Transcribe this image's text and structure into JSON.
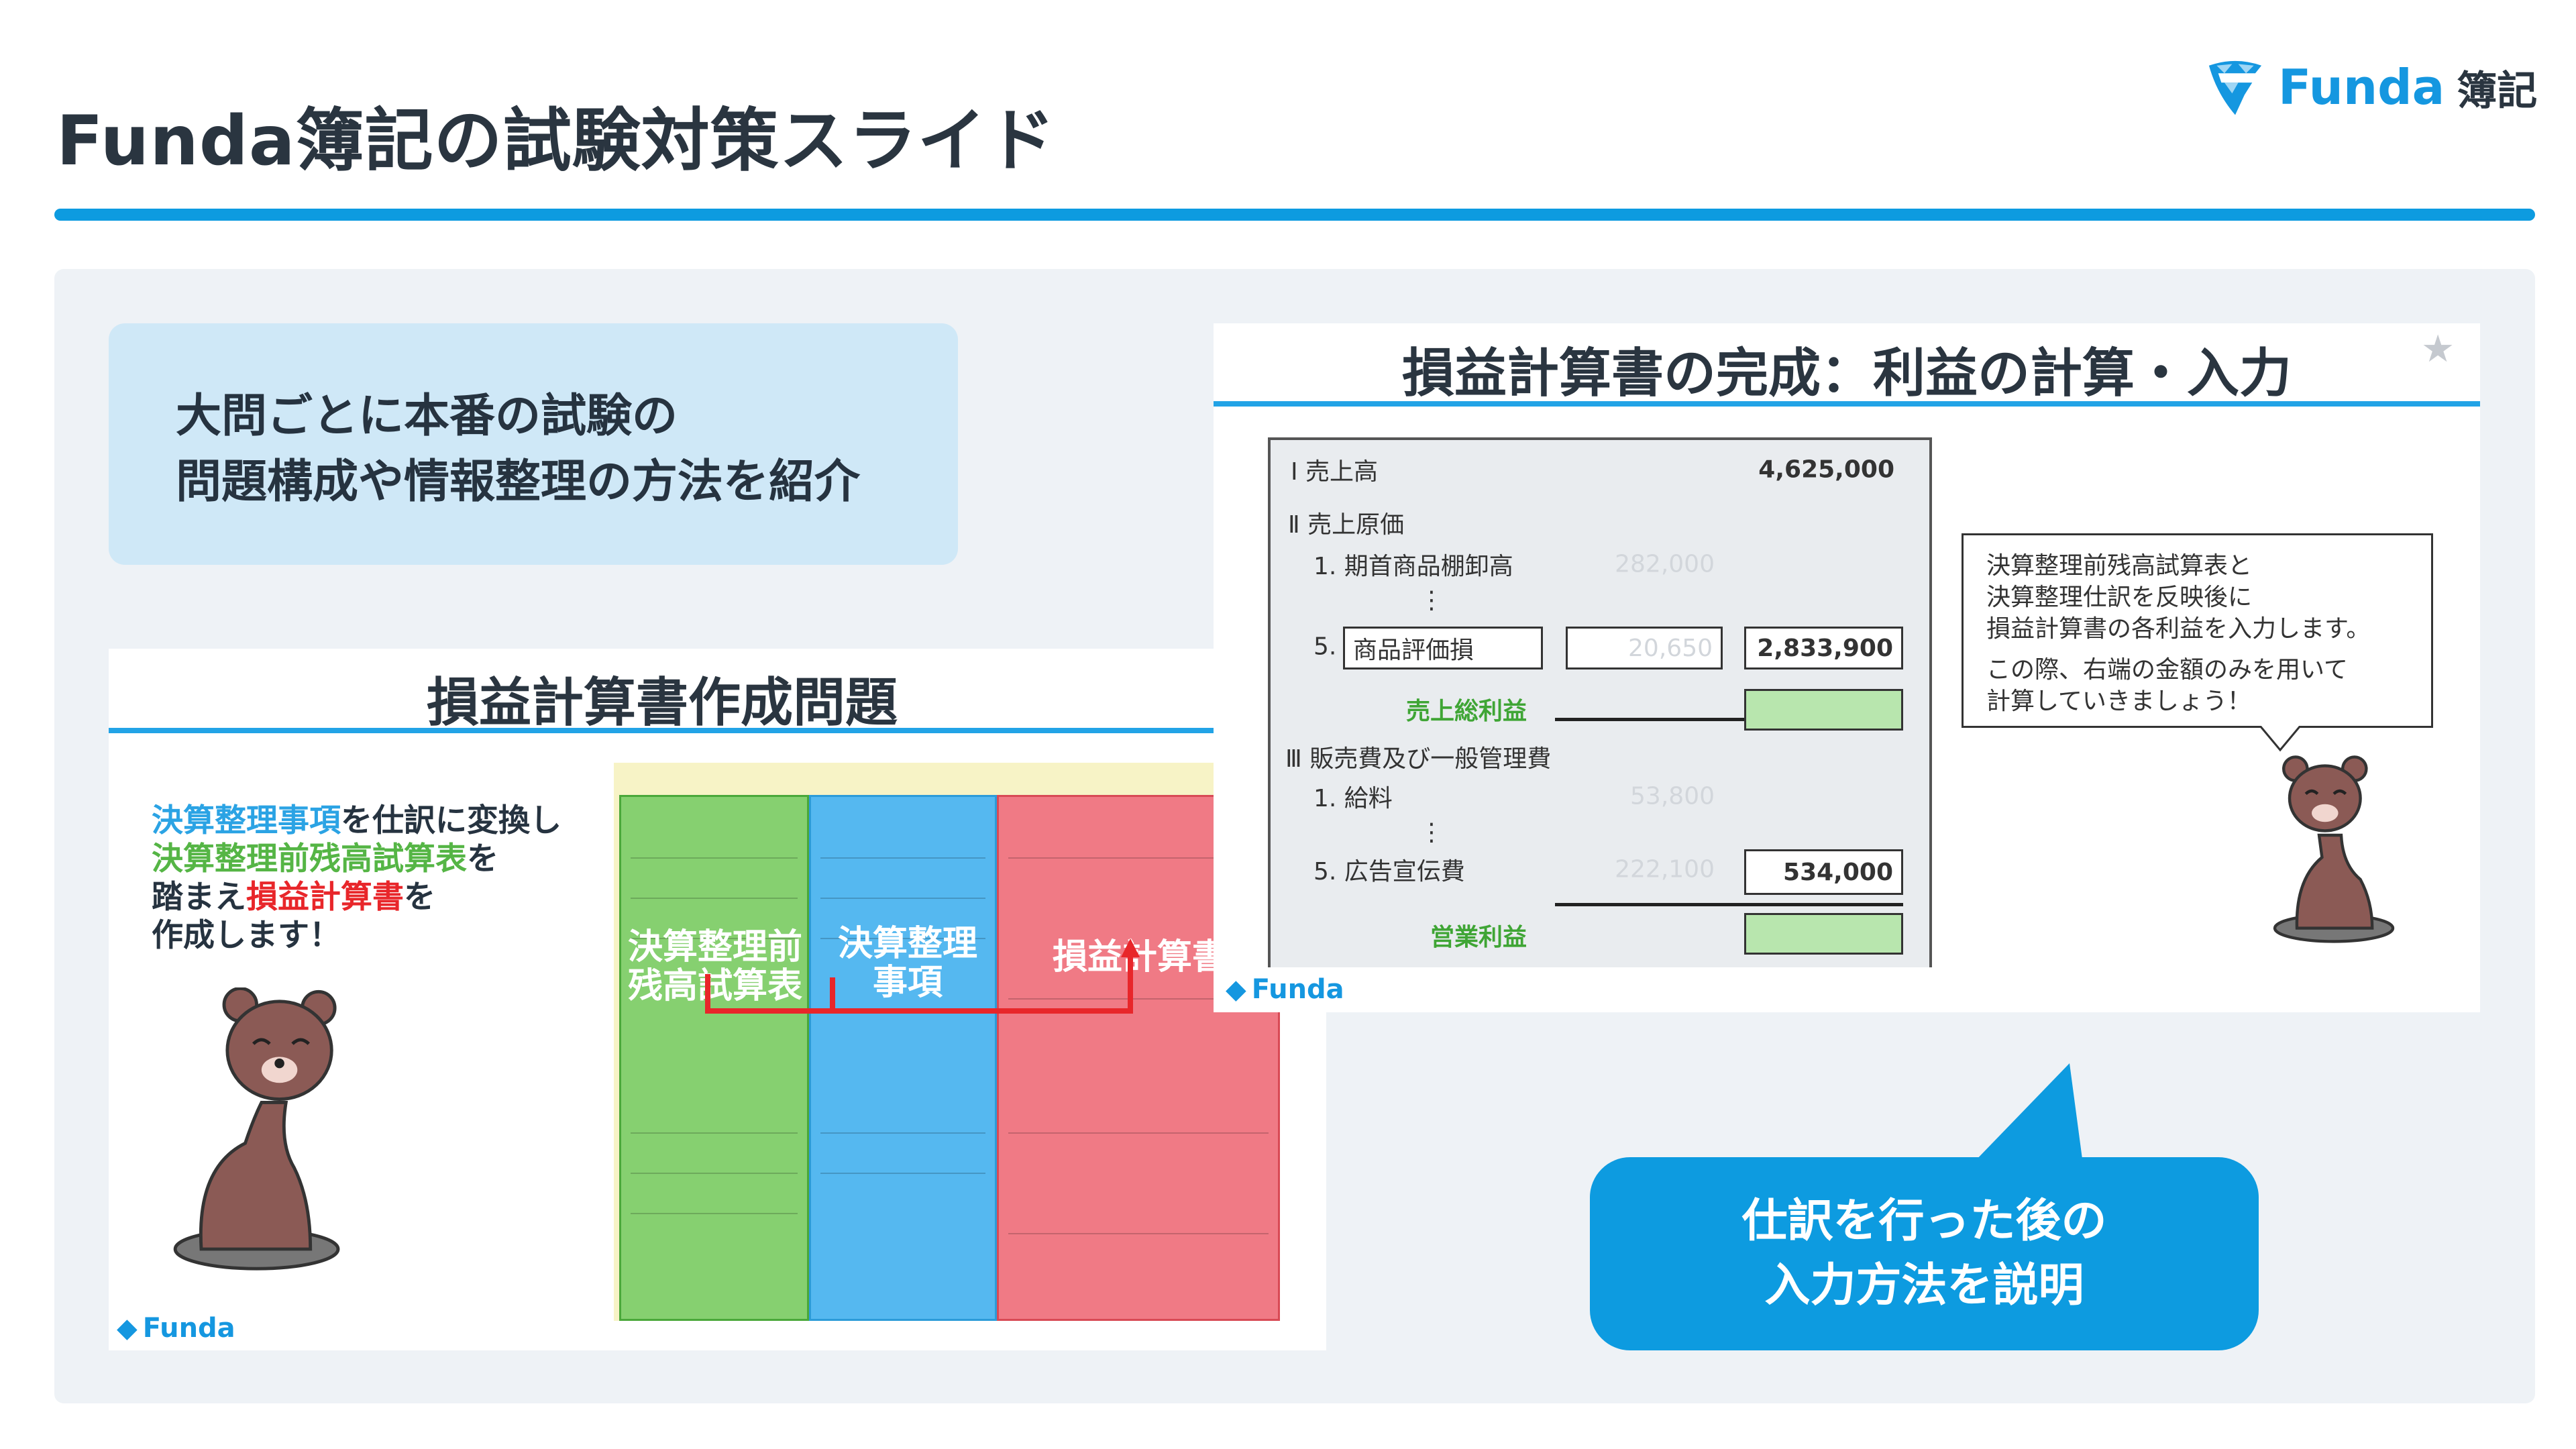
{
  "header": {
    "title": "Funda簿記の試験対策スライド",
    "logo_brand": "Funda",
    "logo_suffix": "簿記"
  },
  "intro": {
    "line1": "大問ごとに本番の試験の",
    "line2": "問題構成や情報整理の方法を紹介"
  },
  "left_slide": {
    "title": "損益計算書作成問題",
    "text": {
      "l1_blue": "決算整理事項",
      "l1_rest": "を仕訳に変換し",
      "l2_green": "決算整理前残高試算表",
      "l2_rest": "を",
      "l3_pre": "踏まえ",
      "l3_red": "損益計算書",
      "l3_rest": "を",
      "l4": "作成します！"
    },
    "panels": {
      "green_1": "決算整理前",
      "green_2": "残高試算表",
      "blue_1": "決算整理",
      "blue_2": "事項",
      "red": "損益計算書"
    },
    "logo": "Funda"
  },
  "right_slide": {
    "title": "損益計算書の完成：利益の計算・入力",
    "statement": {
      "sales_label": "Ⅰ 売上高",
      "sales_value": "4,625,000",
      "cogs_label": "Ⅱ 売上原価",
      "cogs_item1_label": "1. 期首商品棚卸高",
      "cogs_item1_value": "282,000",
      "dots": "⋮",
      "cogs_item5_num": "5.",
      "cogs_item5_label": "商品評価損",
      "cogs_item5_value": "20,650",
      "cogs_total": "2,833,900",
      "gross_profit_label": "売上総利益",
      "sga_label": "Ⅲ 販売費及び一般管理費",
      "sga_item1_label": "1. 給料",
      "sga_item1_value": "53,800",
      "sga_item5_label": "5. 広告宣伝費",
      "sga_item5_value": "222,100",
      "sga_total": "534,000",
      "operating_profit_label": "営業利益"
    },
    "bubble": {
      "line1": "決算整理前残高試算表と",
      "line2": "決算整理仕訳を反映後に",
      "line3": "損益計算書の各利益を入力します。",
      "line4": "この際、右端の金額のみを用いて",
      "line5": "計算していきましょう！"
    },
    "logo": "Funda"
  },
  "callout": {
    "line1": "仕訳を行った後の",
    "line2": "入力方法を説明"
  },
  "colors": {
    "brand_blue": "#0d9be0",
    "green": "#55b545",
    "red": "#e8262a"
  }
}
